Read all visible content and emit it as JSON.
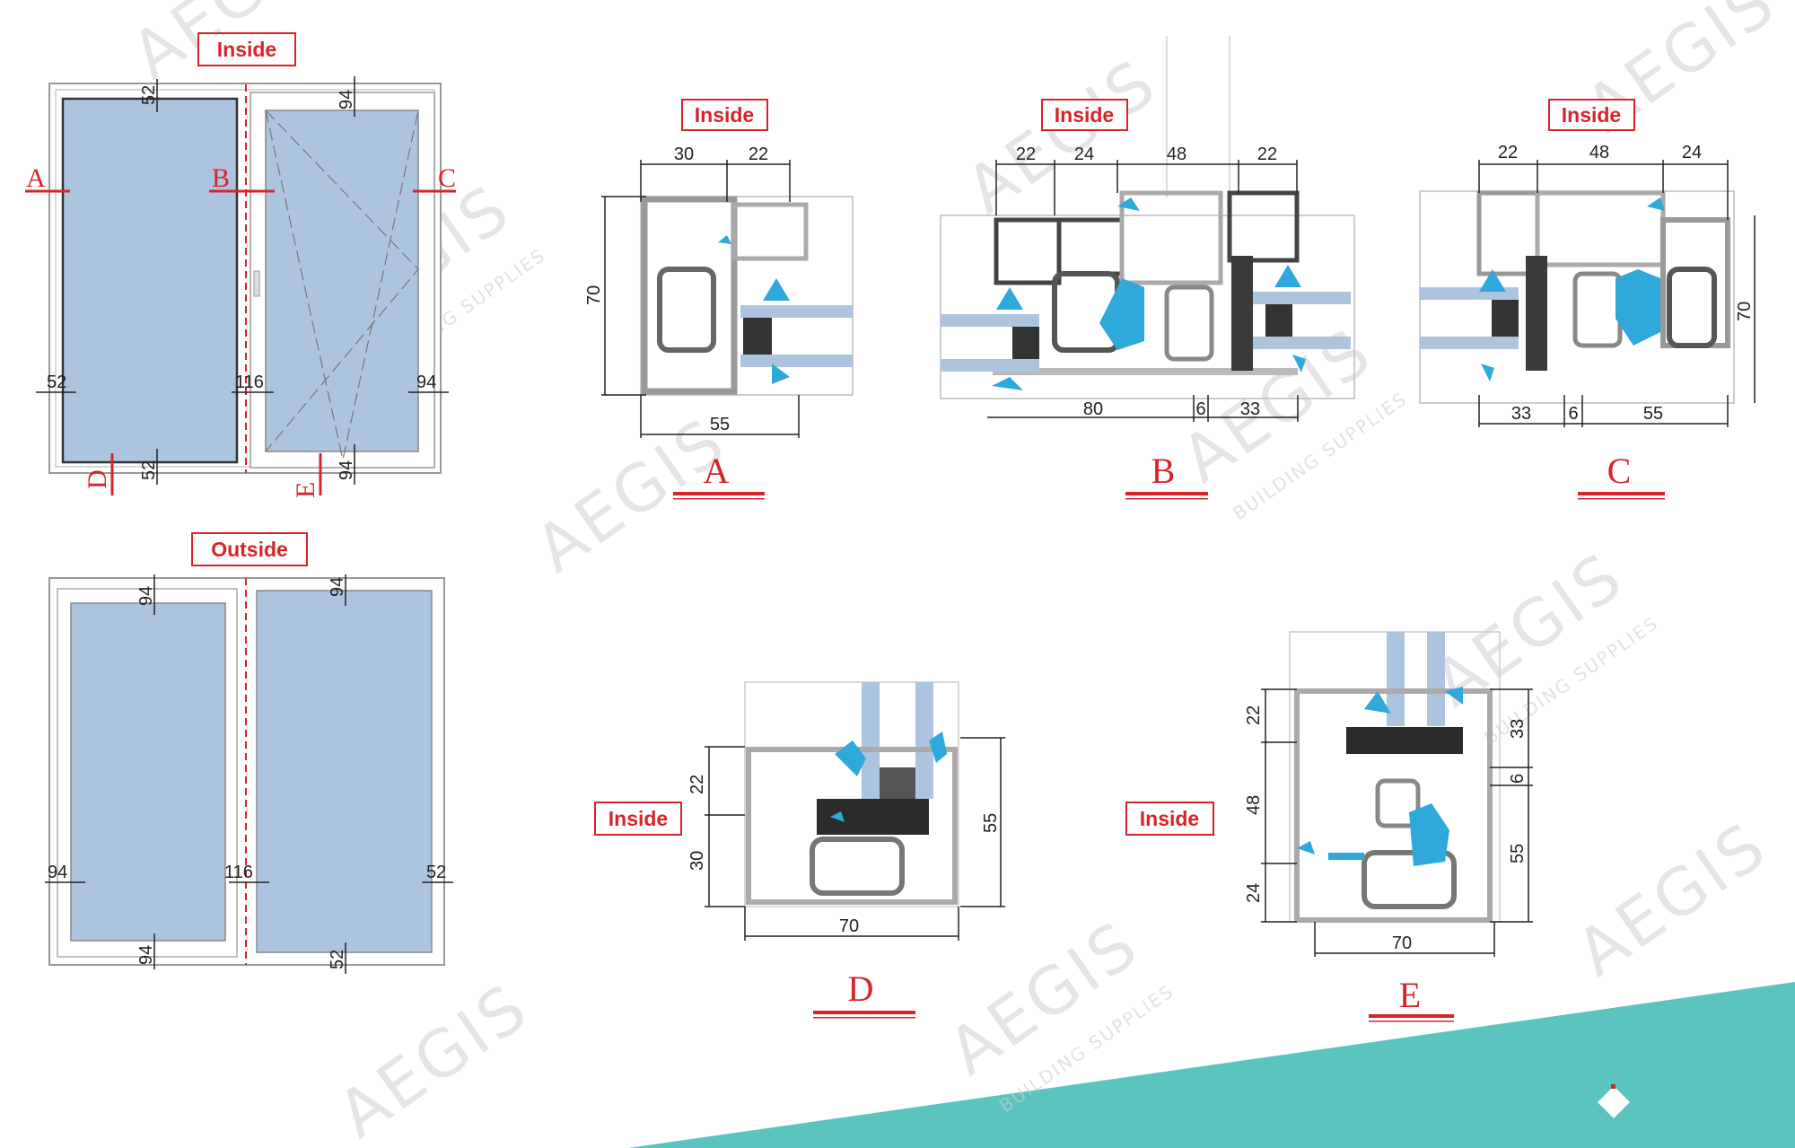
{
  "labels": {
    "inside": "Inside",
    "outside": "Outside"
  },
  "colors": {
    "accent_red": "#d8232a",
    "teal": "#5bc4bf",
    "glass": "#adc4de",
    "gasket": "#2fa8dc",
    "profile": "#b9b9b9"
  },
  "window_inside": {
    "section_marks": [
      "A",
      "B",
      "C",
      "D",
      "E"
    ],
    "dims": {
      "top_left": "52",
      "top_right": "94",
      "left": "52",
      "mullion": "116",
      "right": "94",
      "bottom_left": "52",
      "bottom_right": "94"
    }
  },
  "window_outside": {
    "dims": {
      "top_left": "94",
      "top_right": "94",
      "left": "94",
      "mullion": "116",
      "right": "52",
      "bottom_left": "94",
      "bottom_right": "52"
    }
  },
  "sections": {
    "A": {
      "title": "A",
      "top": [
        "30",
        "22"
      ],
      "side": "70",
      "bottom": "55"
    },
    "B": {
      "title": "B",
      "top": [
        "22",
        "24",
        "48",
        "22"
      ],
      "bottom": [
        "80",
        "6",
        "33"
      ]
    },
    "C": {
      "title": "C",
      "top": [
        "22",
        "48",
        "24"
      ],
      "side": "70",
      "bottom": [
        "33",
        "6",
        "55"
      ]
    },
    "D": {
      "title": "D",
      "side": [
        "22",
        "30"
      ],
      "right": "55",
      "bottom": "70"
    },
    "E": {
      "title": "E",
      "side": [
        "22",
        "48",
        "24"
      ],
      "right": [
        "33",
        "6",
        "55"
      ],
      "bottom": "70"
    }
  },
  "brand": {
    "name": "AEGIS",
    "tagline": "BUILDING SUPPLIES",
    "watermark": "AEGIS",
    "watermark_tagline": "BUILDING SUPPLIES"
  }
}
